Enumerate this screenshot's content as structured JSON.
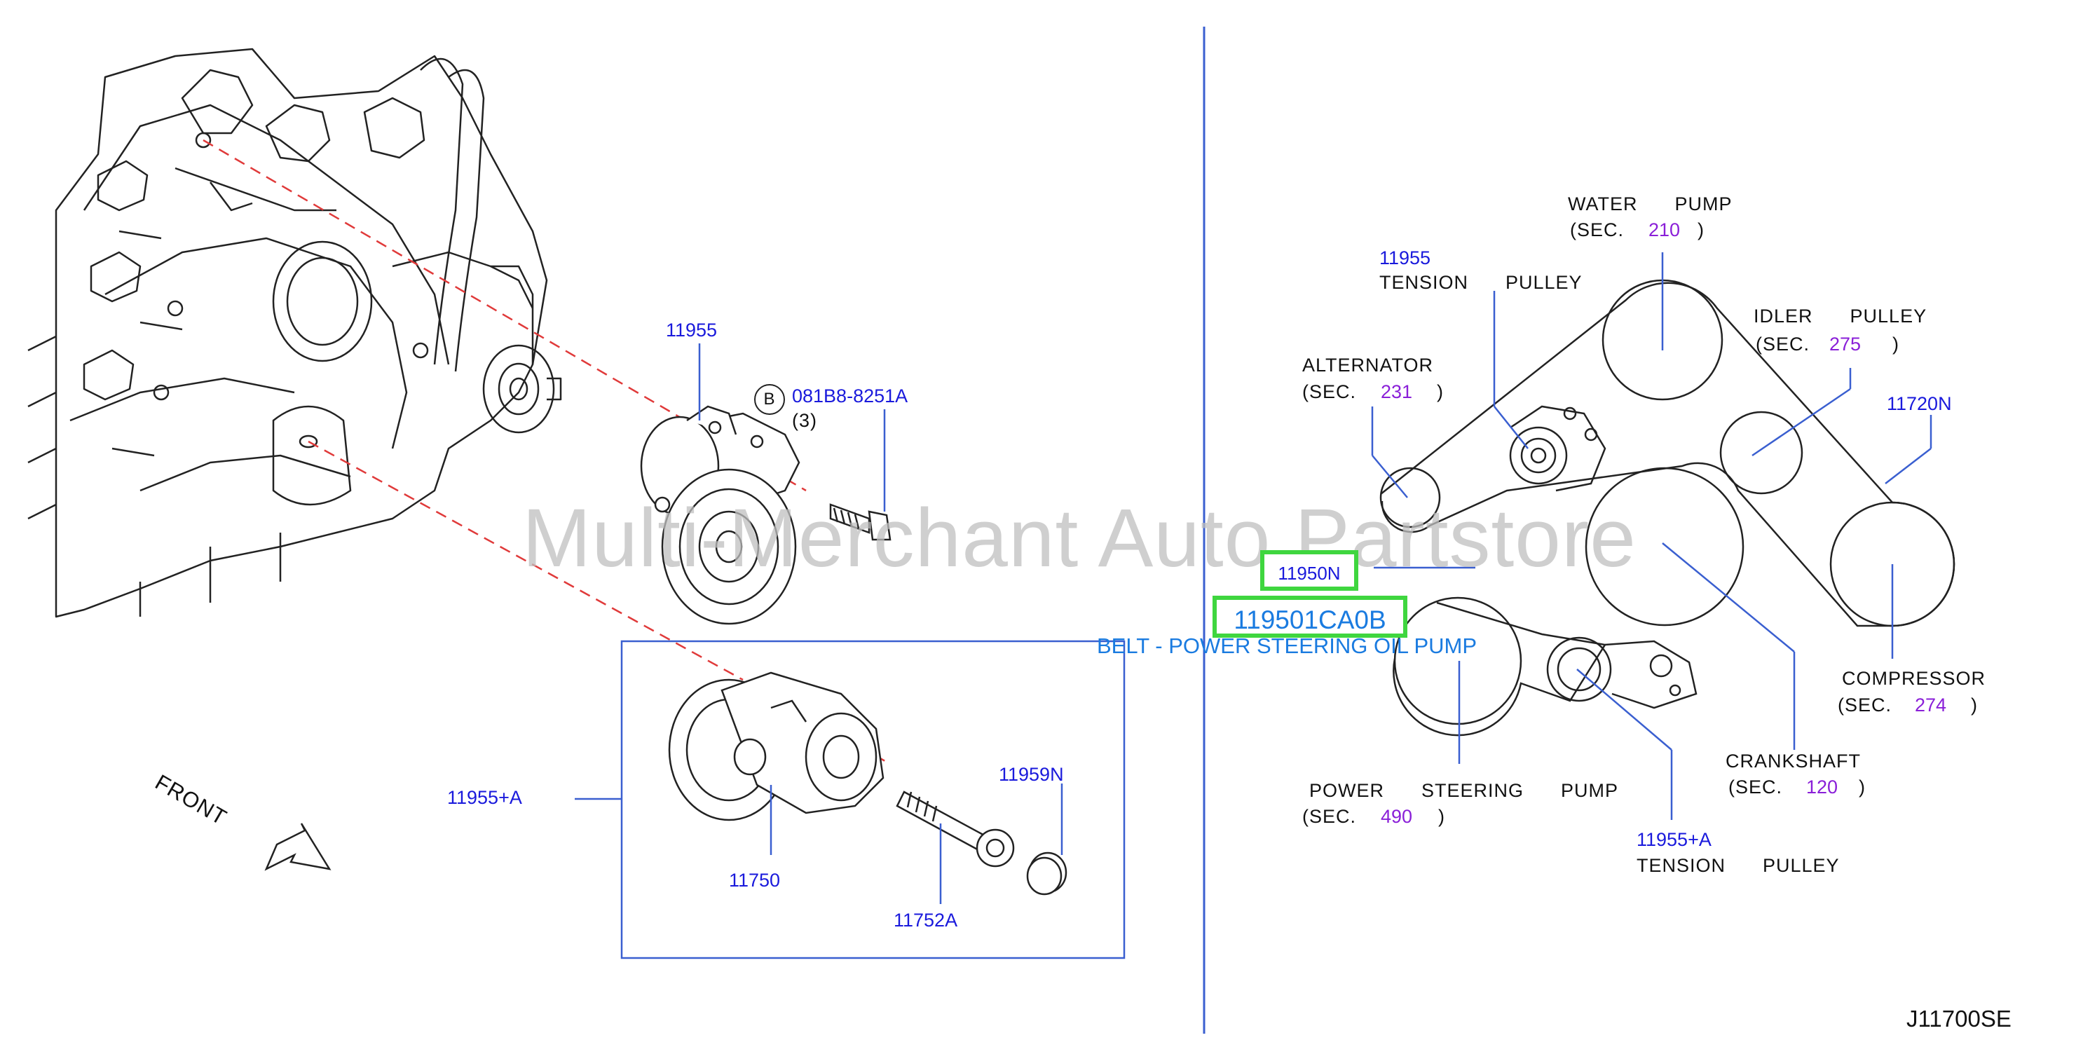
{
  "watermark": "Multi-Merchant Auto Partstore",
  "diagram_code": "J11700SE",
  "front_label": "FRONT",
  "left": {
    "p_11955": "11955",
    "bolt_circle": "B",
    "bolt_code": "081B8-8251A",
    "bolt_qty": "(3)",
    "p_11955a": "11955+A",
    "p_11959n": "11959N",
    "p_11750": "11750",
    "p_11752a": "11752A"
  },
  "right": {
    "water_pump": "WATER  PUMP",
    "water_sec": "(SEC.",
    "water_num": "210",
    "water_close": ")",
    "tension_num": "11955",
    "tension_lbl": "TENSION  PULLEY",
    "idler_lbl": "IDLER  PULLEY",
    "idler_sec": "(SEC.",
    "idler_num": "275",
    "idler_close": ")",
    "alt_lbl": "ALTERNATOR",
    "alt_sec": "(SEC.",
    "alt_num": "231",
    "alt_close": ")",
    "belt_num": "11720N",
    "comp_lbl": "COMPRESSOR",
    "comp_sec": "(SEC.",
    "comp_num": "274",
    "comp_close": ")",
    "crank_lbl": "CRANKSHAFT",
    "crank_sec": "(SEC.",
    "crank_num": "120",
    "crank_close": ")",
    "ps_lbl": "POWER  STEERING  PUMP",
    "ps_sec": "(SEC.",
    "ps_num": "490",
    "ps_close": ")",
    "tension2_num": "11955+A",
    "tension2_lbl": "TENSION  PULLEY"
  },
  "highlight": {
    "code1": "11950N",
    "code2": "119501CA0B",
    "caption": "BELT - POWER STEERING OIL PUMP"
  }
}
